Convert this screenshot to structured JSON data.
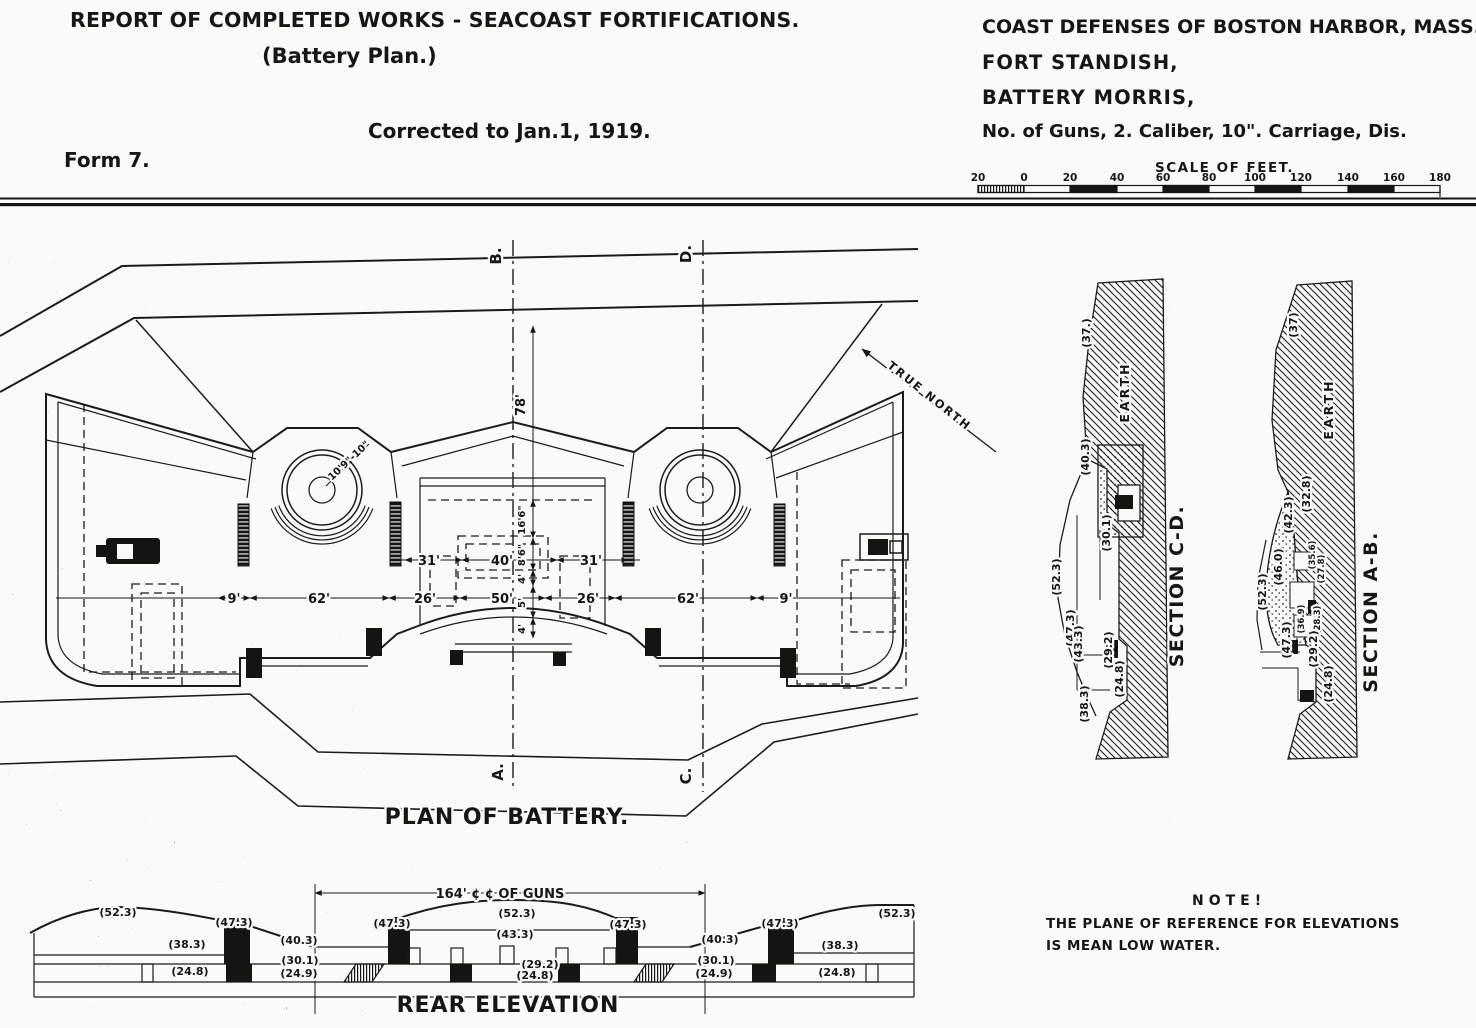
{
  "header": {
    "report_title": "REPORT OF COMPLETED WORKS - SEACOAST FORTIFICATIONS.",
    "subtitle": "(Battery Plan.)",
    "corrected": "Corrected to Jan.1, 1919.",
    "form": "Form 7."
  },
  "titleblock": {
    "line1": "COAST DEFENSES OF BOSTON HARBOR, MASS.",
    "line2": "FORT STANDISH,",
    "line3": "BATTERY MORRIS,",
    "line4": "No. of Guns, 2.   Caliber, 10\".   Carriage, Dis.",
    "scale_label": "SCALE OF FEET.",
    "scale_ticks": [
      "20",
      "0",
      "20",
      "40",
      "60",
      "80",
      "100",
      "120",
      "140",
      "160",
      "180"
    ]
  },
  "plan": {
    "title": "PLAN OF BATTERY.",
    "true_north": "TRUE NORTH",
    "markers": {
      "b": "B.",
      "d": "D.",
      "a": "A.",
      "c": "C."
    },
    "v78": "78'",
    "radius": "10'9\"-10\"",
    "row1": [
      "31'",
      "40'",
      "31'"
    ],
    "row2": [
      "9'",
      "62'",
      "26'",
      "50'",
      "26'",
      "62'",
      "9'"
    ],
    "chain": [
      "16'6\"",
      "8'6\"",
      "4'",
      "5'",
      "4'"
    ]
  },
  "section_cd": {
    "label": "SECTION C-D.",
    "earth": "EARTH",
    "elevs": [
      "(37.)",
      "(40.3)",
      "(30.1)",
      "(52.3)",
      "(47.3)",
      "(43.3)",
      "(29.2)",
      "(24.8)",
      "(38.3)"
    ]
  },
  "section_ab": {
    "label": "SECTION A-B.",
    "earth": "EARTH",
    "elevs": [
      "(37)",
      "(52.3)",
      "(46.0)",
      "(42.3)",
      "(32.8)",
      "(35.6)",
      "(27.8)",
      "(36.9)",
      "(28.3)",
      "(47.3)",
      "(29.2)",
      "(24.8)"
    ]
  },
  "rear": {
    "label": "REAR ELEVATION",
    "dim_guns": "164' ¢ ¢ OF GUNS",
    "labels": [
      "(52.3)",
      "(47.3)",
      "(38.3)",
      "(24.8)",
      "(40.3)",
      "(30.1)",
      "(24.9)",
      "(47.3)",
      "(52.3)",
      "(43.3)",
      "(29.2)",
      "(24.8)",
      "(47.3)",
      "(40.3)",
      "(30.1)",
      "(24.9)",
      "(47.3)",
      "(52.3)",
      "(38.3)",
      "(24.8)"
    ]
  },
  "note": {
    "title": "NOTE!",
    "line1": "THE PLANE OF REFERENCE FOR ELEVATIONS",
    "line2": "IS MEAN LOW WATER."
  }
}
